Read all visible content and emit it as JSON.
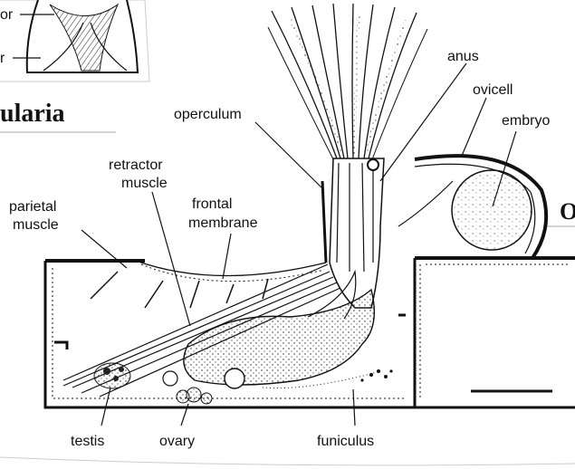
{
  "title_fragment": "ularia",
  "edge_letter": "O",
  "inset_labels": {
    "top": "or",
    "bottom": "r"
  },
  "labels": {
    "anus": "anus",
    "ovicell": "ovicell",
    "embryo": "embryo",
    "operculum": "operculum",
    "retractor_muscle_line1": "retractor",
    "retractor_muscle_line2": "muscle",
    "parietal_muscle_line1": "parietal",
    "parietal_muscle_line2": "muscle",
    "frontal_membrane_line1": "frontal",
    "frontal_membrane_line2": "membrane",
    "testis": "testis",
    "ovary": "ovary",
    "funiculus": "funiculus"
  }
}
